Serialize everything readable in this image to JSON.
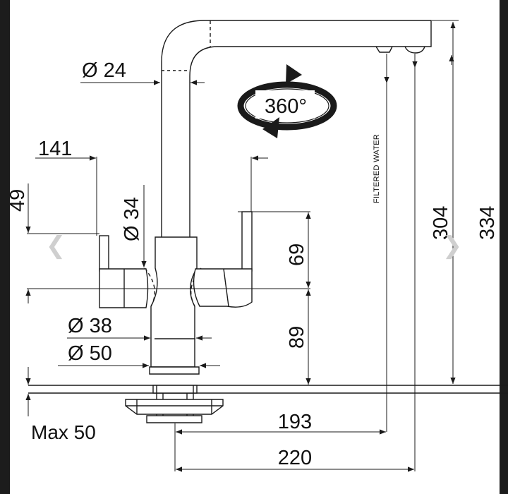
{
  "labels": {
    "spout_diameter": "Ø 24",
    "rotation": "360°",
    "filtered_water": "FILTERED WATER",
    "handle_span": "141",
    "handle_rise": "49",
    "body_diameter": "Ø 34",
    "lever_height": "69",
    "lower_height": "89",
    "base_diameter_38": "Ø 38",
    "base_diameter_50": "Ø 50",
    "spout_height": "304",
    "total_height": "334",
    "max_thickness": "Max 50",
    "reach_193": "193",
    "reach_220": "220"
  },
  "icons": {
    "prev": "chevron-left-icon",
    "next": "chevron-right-icon",
    "rotate": "rotate-360-icon"
  },
  "colors": {
    "line": "#1a1a1a",
    "frame": "#1c1c1c",
    "nav_chevron": "#cfcfcf"
  }
}
